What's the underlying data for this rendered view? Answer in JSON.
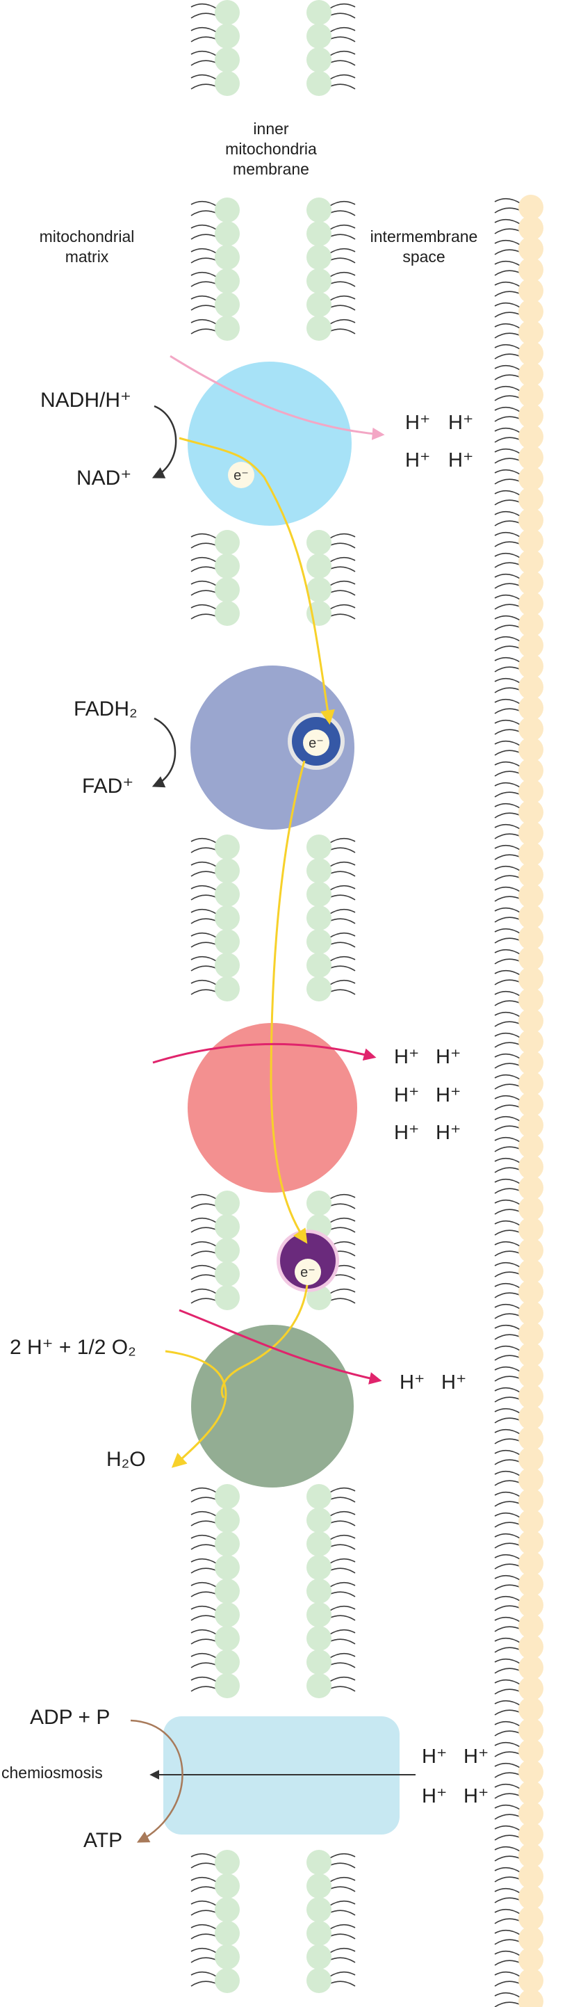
{
  "labels": {
    "inner_membrane": [
      "inner",
      "mitochondria",
      "membrane"
    ],
    "matrix": [
      "mitochondrial",
      "matrix"
    ],
    "intermembrane": [
      "intermembrane",
      "space"
    ]
  },
  "complex1": {
    "substrate": "NADH/H⁺",
    "product": "NAD⁺",
    "electron": "e⁻",
    "protons": [
      "H⁺",
      "H⁺",
      "H⁺",
      "H⁺"
    ]
  },
  "complex2": {
    "substrate": "FADH₂",
    "product": "FAD⁺",
    "electron": "e⁻"
  },
  "complex3": {
    "protons": [
      "H⁺",
      "H⁺",
      "H⁺",
      "H⁺",
      "H⁺",
      "H⁺"
    ]
  },
  "cytochrome_c": {
    "electron": "e⁻"
  },
  "complex4": {
    "substrate": "2 H⁺ + 1/2 O₂",
    "product": "H₂O",
    "protons": [
      "H⁺",
      "H⁺"
    ]
  },
  "atp_synthase": {
    "substrate": "ADP + P",
    "product": "ATP",
    "process": "chemiosmosis",
    "protons": [
      "H⁺",
      "H⁺",
      "H⁺",
      "H⁺"
    ]
  },
  "colors": {
    "membrane_head": "#d4ebd2",
    "outer_membrane_head": "#fde9c4",
    "tail": "#3a3a3a",
    "complex1": "#a7e2f7",
    "complex2": "#9aa6cf",
    "complex3": "#f39090",
    "complex4": "#93ad93",
    "atp_synthase": "#c7e8f2",
    "electron_carrier_blue": "#3558a6",
    "electron_carrier_purple": "#6a2a7c",
    "electron": "#fdf8e4",
    "electron_path": "#f7d12a",
    "proton_arrow_pink": "#f3a7c5",
    "proton_arrow_magenta": "#e0246c",
    "reaction_arrow": "#333333",
    "atp_arrow": "#a87a5a"
  }
}
